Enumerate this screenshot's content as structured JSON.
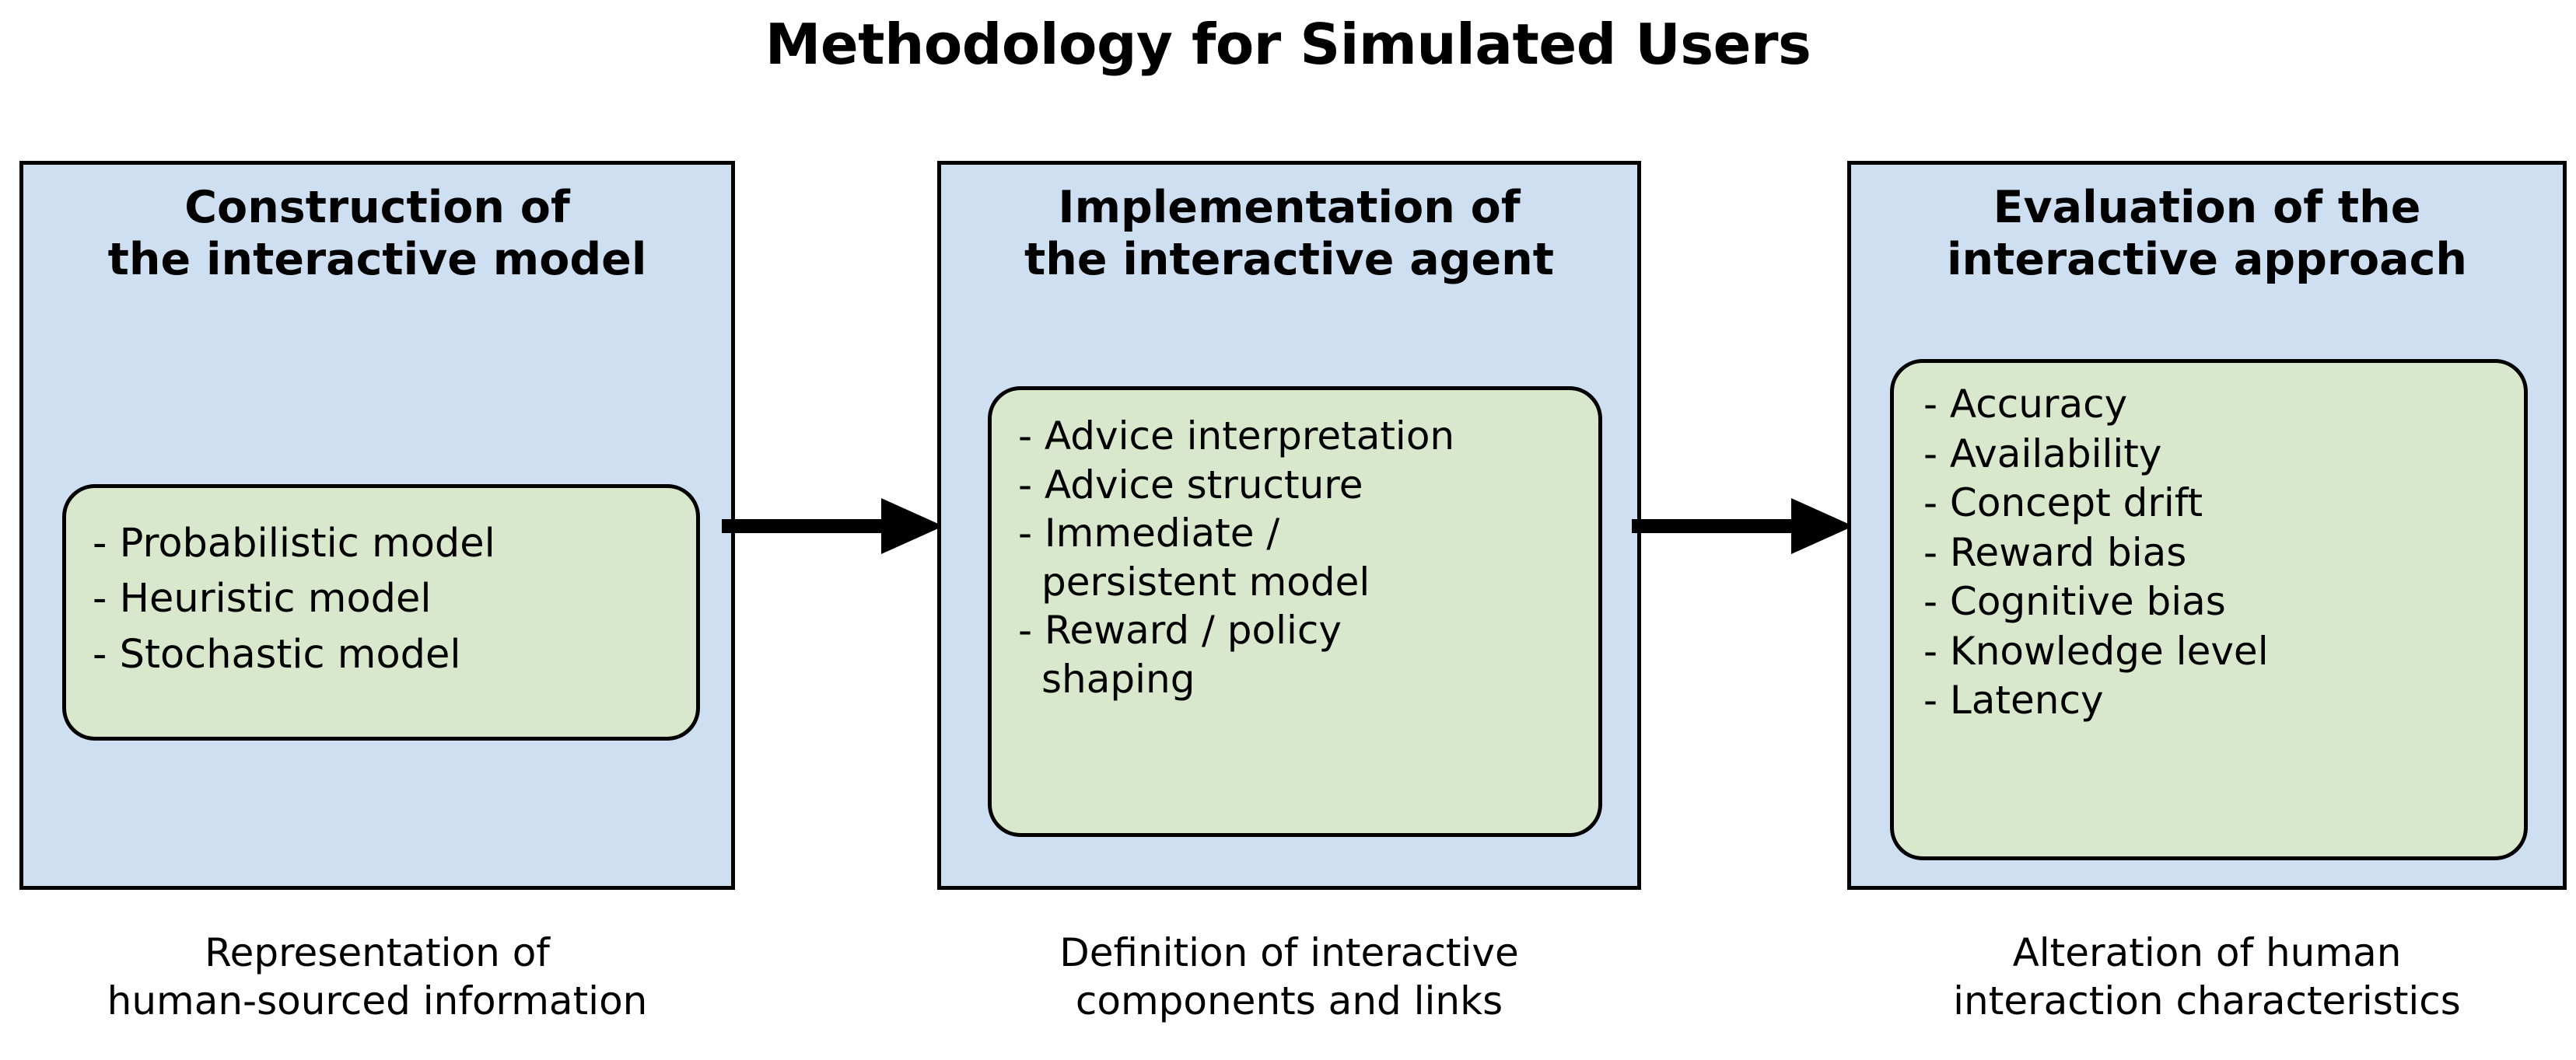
{
  "title": "Methodology for Simulated Users",
  "colors": {
    "panel_fill": "#cfdff2",
    "inner_fill": "#d9e8cc",
    "stroke": "#000000",
    "background": "#ffffff"
  },
  "panels": [
    {
      "id": "construction",
      "heading_line_1": "Construction of",
      "heading_line_2": "the interactive model",
      "items": [
        "- Probabilistic model",
        "- Heuristic model",
        "- Stochastic model"
      ],
      "caption_line_1": "Representation of",
      "caption_line_2": "human-sourced information"
    },
    {
      "id": "implementation",
      "heading_line_1": "Implementation of",
      "heading_line_2": "the interactive agent",
      "items": [
        "- Advice interpretation",
        "- Advice structure",
        "- Immediate /\n  persistent model",
        "- Reward / policy\n  shaping"
      ],
      "caption_line_1": "Definition of interactive",
      "caption_line_2": "components and links"
    },
    {
      "id": "evaluation",
      "heading_line_1": "Evaluation of the",
      "heading_line_2": "interactive approach",
      "items": [
        "- Accuracy",
        "- Availability",
        "- Concept drift",
        "- Reward bias",
        "- Cognitive bias",
        "- Knowledge level",
        "- Latency"
      ],
      "caption_line_1": "Alteration of human",
      "caption_line_2": "interaction characteristics"
    }
  ],
  "arrows": [
    {
      "id": "arrow-construction-to-implementation",
      "direction": "right"
    },
    {
      "id": "arrow-implementation-to-evaluation",
      "direction": "right"
    }
  ]
}
